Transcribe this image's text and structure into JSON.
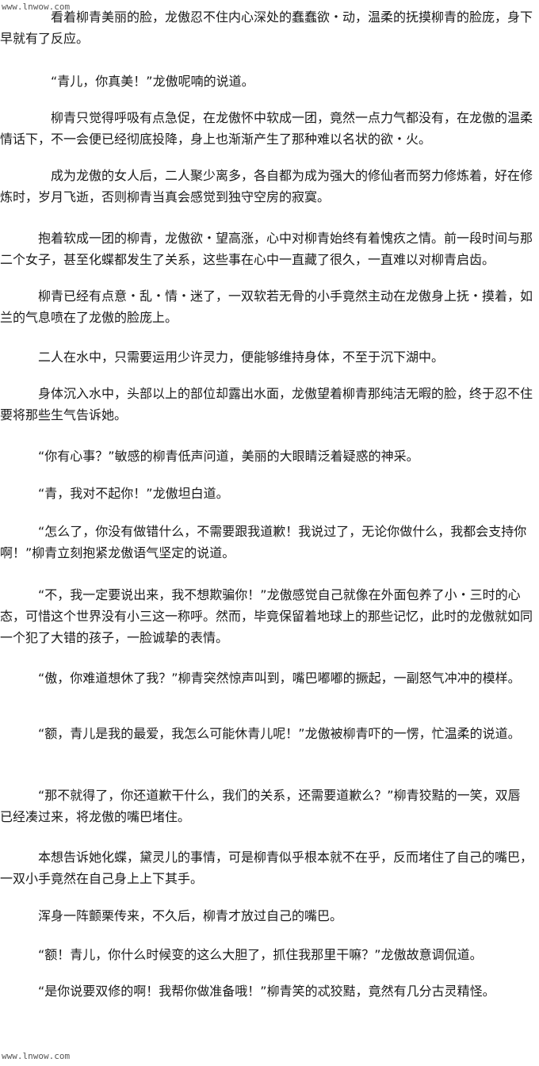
{
  "watermark": {
    "top": "www.lnwow.com",
    "bottom": "www.lnwow.com"
  },
  "paragraphs": [
    "　　　　看着柳青美丽的脸，龙傲忍不住内心深处的蠢蠢欲・动，温柔的抚摸柳青的脸庞，身下早就有了反应。",
    "　　　　“青儿，你真美！”龙傲呢喃的说道。",
    "　　　　柳青只觉得呼吸有点急促，在龙傲怀中软成一团，竟然一点力气都没有，在龙傲的温柔情话下，不一会便已经彻底投降，身上也渐渐产生了那种难以名状的欲・火。",
    "　　　　成为龙傲的女人后，二人聚少离多，各自都为成为强大的修仙者而努力修炼着，好在修炼时，岁月飞逝，否则柳青当真会感觉到独守空房的寂寞。",
    "　　　抱着软成一团的柳青，龙傲欲・望高涨，心中对柳青始终有着愧疚之情。前一段时间与那二个女子，甚至化蝶都发生了关系，这些事在心中一直藏了很久，一直难以对柳青启齿。",
    "　　　柳青已经有点意・乱・情・迷了，一双软若无骨的小手竟然主动在龙傲身上抚・摸着，如兰的气息喷在了龙傲的脸庞上。",
    "　　　二人在水中，只需要运用少许灵力，便能够维持身体，不至于沉下湖中。",
    "　　　身体沉入水中，头部以上的部位却露出水面，龙傲望着柳青那纯洁无暇的脸，终于忍不住要将那些生气告诉她。",
    "　　　“你有心事？”敏感的柳青低声问道，美丽的大眼睛泛着疑惑的神采。",
    "　　　“青，我对不起你！”龙傲坦白道。",
    "　　　“怎么了，你没有做错什么，不需要跟我道歉！我说过了，无论你做什么，我都会支持你啊！”柳青立刻抱紧龙傲语气坚定的说道。",
    "　　　“不，我一定要说出来，我不想欺骗你！”龙傲感觉自己就像在外面包养了小・三时的心态，可惜这个世界没有小三这一称呼。然而，毕竟保留着地球上的那些记忆，此时的龙傲就如同一个犯了大错的孩子，一脸诚挚的表情。",
    "　　　“傲，你难道想休了我？”柳青突然惊声叫到，嘴巴嘟嘟的撅起，一副怒气冲冲的模样。",
    "　　　“额，青儿是我的最爱，我怎么可能休青儿呢！”龙傲被柳青吓的一愣，忙温柔的说道。",
    "　　　“那不就得了，你还道歉干什么，我们的关系，还需要道歉么？”柳青狡黠的一笑，双唇已经凑过来，将龙傲的嘴巴堵住。",
    "　　　本想告诉她化蝶，黛灵儿的事情，可是柳青似乎根本就不在乎，反而堵住了自己的嘴巴，一双小手竟然在自己身上上下其手。",
    "　　　浑身一阵颤栗传来，不久后，柳青才放过自己的嘴巴。",
    "　　　“额！青儿，你什么时候变的这么大胆了，抓住我那里干嘛？”龙傲故意调侃道。",
    "　　　“是你说要双修的啊！我帮你做准备哦！”柳青笑的忒狡黠，竟然有几分古灵精怪。"
  ]
}
